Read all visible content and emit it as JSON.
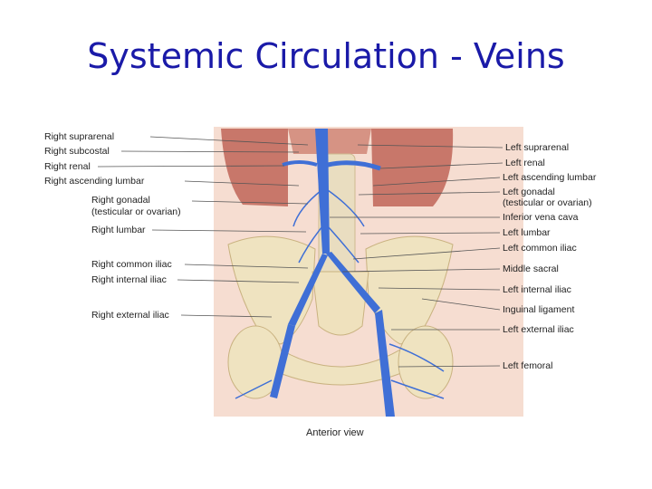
{
  "title": "Systemic Circulation - Veins",
  "labels_left": [
    "Right suprarenal",
    "Right subcostal",
    "Right renal",
    "Right ascending lumbar",
    "Right gonadal",
    "(testicular or ovarian)",
    "Right lumbar",
    "Right common iliac",
    "Right internal iliac",
    "Right external iliac"
  ],
  "labels_right": [
    "Left suprarenal",
    "Left renal",
    "Left ascending lumbar",
    "Left gonadal",
    "(testicular or ovarian)",
    "Inferior vena cava",
    "Left lumbar",
    "Left common iliac",
    "Middle sacral",
    "Left internal iliac",
    "Inguinal ligament",
    "Left external iliac",
    "Left femoral"
  ],
  "view_label": "Anterior view",
  "colors": {
    "title": "#1a1aa8",
    "vein": "#3f6fd6",
    "bone": "#efe3c0",
    "muscle": "#c97a6a",
    "skin": "#f3d6c8"
  }
}
